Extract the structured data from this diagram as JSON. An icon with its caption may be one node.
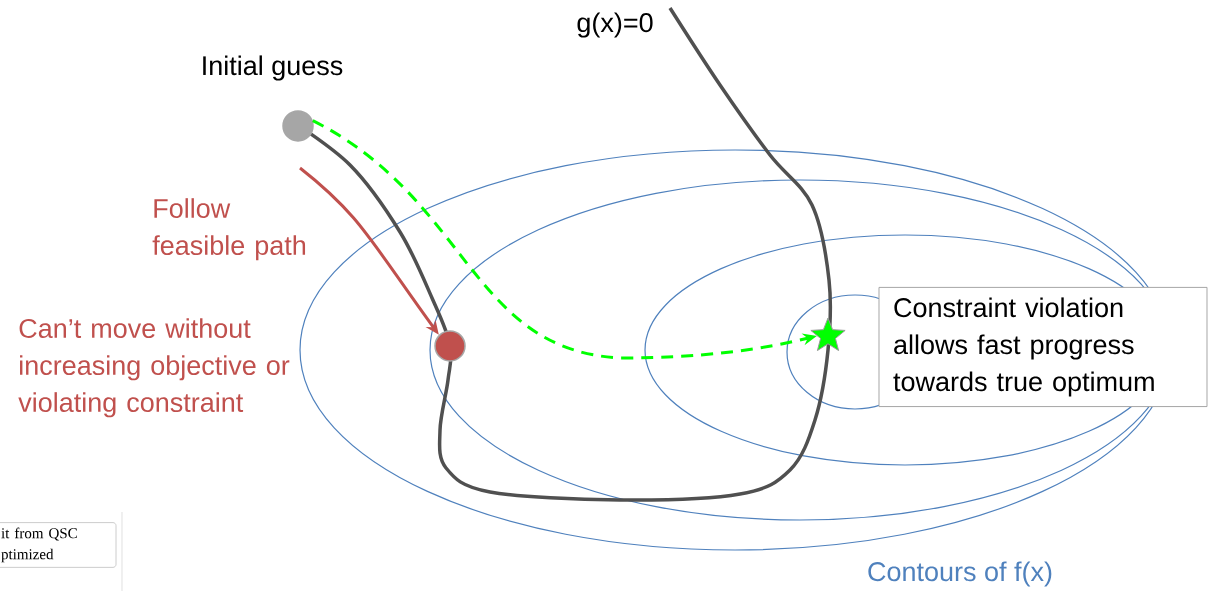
{
  "diagram": {
    "nodes": [
      {
        "text": [],
        "shape": "circle",
        "beside": [
          "Initial guess"
        ]
      },
      {
        "text": [],
        "shape": "circle"
      },
      {
        "text": [],
        "shape": "star"
      },
      {
        "text": [
          "Constraint violation allows fast progress towards true optimum"
        ]
      },
      {
        "text": [
          "it from QSC ptimized"
        ]
      }
    ],
    "edges": [
      {
        "from": null,
        "to": 1,
        "arrow": "to",
        "label": "Follow feasible path",
        "color": "#c0504d"
      },
      {
        "from": 0,
        "to": 2,
        "arrow": "to",
        "style": "dashed",
        "color": "#00ff00"
      }
    ],
    "labels": [
      "g(x)=0",
      "Can’t move without increasing objective or violating constraint",
      "Contours of f(x)"
    ]
  }
}
